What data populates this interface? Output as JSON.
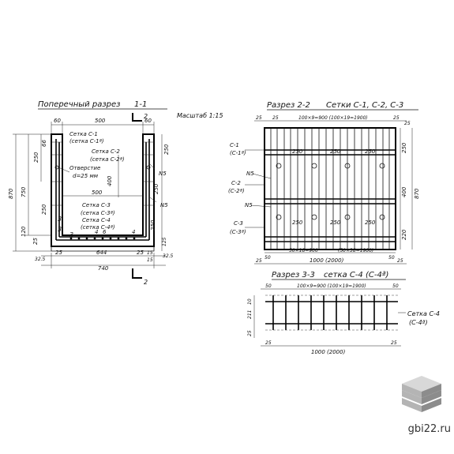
{
  "section1": {
    "title": "Поперечный разрез",
    "title_num": "1-1",
    "scale": "Масштаб 1:15",
    "cut_mark": "2",
    "dims_top": [
      "60",
      "500",
      "60"
    ],
    "dims_left": [
      "870",
      "750",
      "250",
      "66",
      "120",
      "25",
      "32.5"
    ],
    "dims_right": [
      "250",
      "250",
      "250",
      "125",
      "32.5"
    ],
    "dims_bottom": [
      "25",
      "644",
      "25",
      "15",
      "15"
    ],
    "dim_740": "740",
    "dim_500": "500",
    "dim_400": "400",
    "dim_8": "8",
    "dim_6": "6",
    "labels": {
      "setka1": "Сетка С-1",
      "setka1a": "(сетка С-1ª)",
      "setka2": "Сетка С-2",
      "setka2a": "(сетка С-2ª)",
      "otverstie": "Отверстие",
      "d25": "d=25 мм",
      "setka3": "Сетка С-3",
      "setka3a": "(сетка С-3ª)",
      "setka4": "Сетка С-4",
      "setka4a": "(сетка С-4ª)",
      "n5a": "N5",
      "n5b": "N5",
      "n3a": "3",
      "n3b": "3",
      "n3c": "3",
      "n6": "6",
      "n4a": "4",
      "n4b": "4"
    }
  },
  "section2": {
    "title": "Разрез 2-2",
    "subtitle": "Сетки С-1, С-2, С-3",
    "dim_top": "100×9=900 (100×19=1900)",
    "dims_top_side": [
      "25",
      "25",
      "25",
      "25"
    ],
    "dims_right": [
      "250",
      "400",
      "220",
      "870"
    ],
    "row_labels": [
      "250",
      "250",
      "250",
      "250",
      "250",
      "250"
    ],
    "bottom_dims": [
      "50×18=900",
      "(50×38=1900)",
      "50",
      "50"
    ],
    "dim_1000": "1000 (2000)",
    "dims_bottom_side": [
      "25",
      "25"
    ],
    "labels": {
      "c1": "С-1",
      "c1a": "(С-1ª)",
      "n5a": "N5",
      "c2": "С-2",
      "c2a": "(С-2ª)",
      "n5b": "N5",
      "c3": "С-3",
      "c3a": "(С-3ª)"
    }
  },
  "section3": {
    "title": "Разрез 3-3",
    "subtitle": "сетка С-4 (С-4ª)",
    "dim_top": "100×9=900 (100×19=1900)",
    "dims_top_side": [
      "50",
      "50"
    ],
    "dims_left": [
      "10",
      "211",
      "25"
    ],
    "dim_bottom": "1000 (2000)",
    "dims_bottom_side": [
      "25",
      "25"
    ],
    "setka4": "Сетка С-4",
    "setka4a": "(С-4ª)"
  },
  "footer": {
    "site": "gbi22.ru"
  },
  "colors": {
    "ink": "#111111",
    "logo_light": "#d8d8d8",
    "logo_mid": "#b4b4b4",
    "logo_dark": "#8c8c8c"
  }
}
